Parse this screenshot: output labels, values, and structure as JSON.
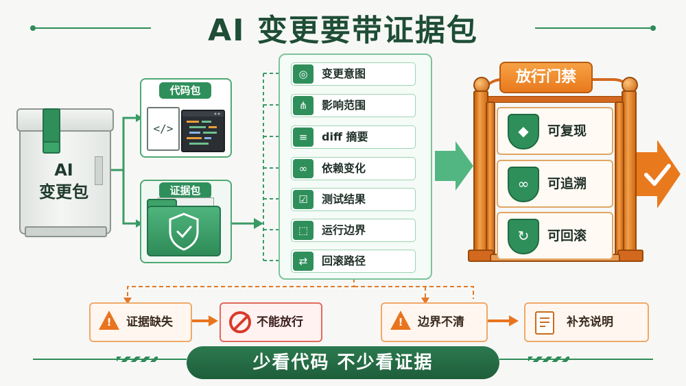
{
  "title": "AI 变更要带证据包",
  "change_package": {
    "label_line1": "AI",
    "label_line2": "变更包"
  },
  "code_package": {
    "label": "代码包",
    "code_glyph": "</>"
  },
  "evidence_package": {
    "label": "证据包"
  },
  "evidence_items": [
    {
      "label": "变更意图",
      "icon": "target-icon",
      "glyph": "◎"
    },
    {
      "label": "影响范围",
      "icon": "network-icon",
      "glyph": "⋔"
    },
    {
      "label": "diff 摘要",
      "icon": "diff-doc-icon",
      "glyph": "≡"
    },
    {
      "label": "依赖变化",
      "icon": "link-icon",
      "glyph": "∞"
    },
    {
      "label": "测试结果",
      "icon": "checklist-icon",
      "glyph": "☑"
    },
    {
      "label": "运行边界",
      "icon": "boundary-icon",
      "glyph": "⬚"
    },
    {
      "label": "回滚路径",
      "icon": "rollback-icon",
      "glyph": "⇄"
    }
  ],
  "gate": {
    "banner": "放行门禁",
    "cards": [
      {
        "label": "可复现",
        "icon": "cube-shield-icon",
        "glyph": "◆"
      },
      {
        "label": "可追溯",
        "icon": "link-shield-icon",
        "glyph": "∞"
      },
      {
        "label": "可回滚",
        "icon": "undo-shield-icon",
        "glyph": "↻"
      }
    ]
  },
  "alerts": {
    "missing_evidence": "证据缺失",
    "cannot_pass": "不能放行",
    "unclear_boundary": "边界不清",
    "add_explanation": "补充说明"
  },
  "slogan": "少看代码 不少看证据",
  "colors": {
    "green": "#2f8f5b",
    "dark_green": "#1f4d36",
    "orange": "#e9791d",
    "red": "#d9392b",
    "background": "#f7f8f6"
  }
}
